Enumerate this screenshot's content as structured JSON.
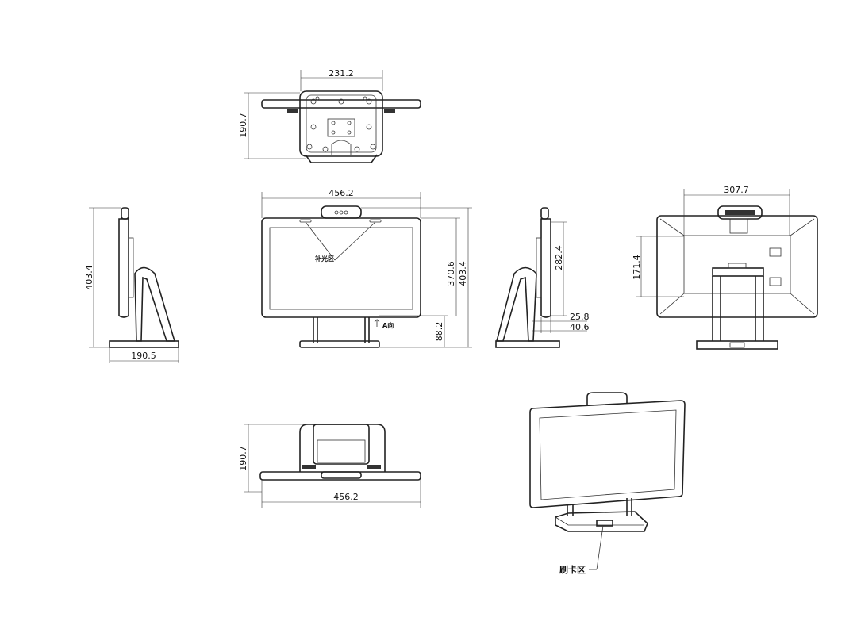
{
  "top_view": {
    "width": "231.2",
    "depth": "190.7"
  },
  "left_view": {
    "height": "403.4",
    "depth": "190.5"
  },
  "front_view": {
    "width": "456.2",
    "screen_height": "370.6",
    "total_height": "403.4",
    "base_height": "88.2",
    "fill_light_label": "补光区",
    "direction_label": "A向"
  },
  "right_view": {
    "height": "282.4",
    "d1": "25.8",
    "d2": "40.6"
  },
  "back_view": {
    "width": "307.7",
    "height": "171.4"
  },
  "bottom_view": {
    "depth": "190.7",
    "width": "456.2"
  },
  "iso_view": {
    "card_area_label": "刷卡区"
  }
}
